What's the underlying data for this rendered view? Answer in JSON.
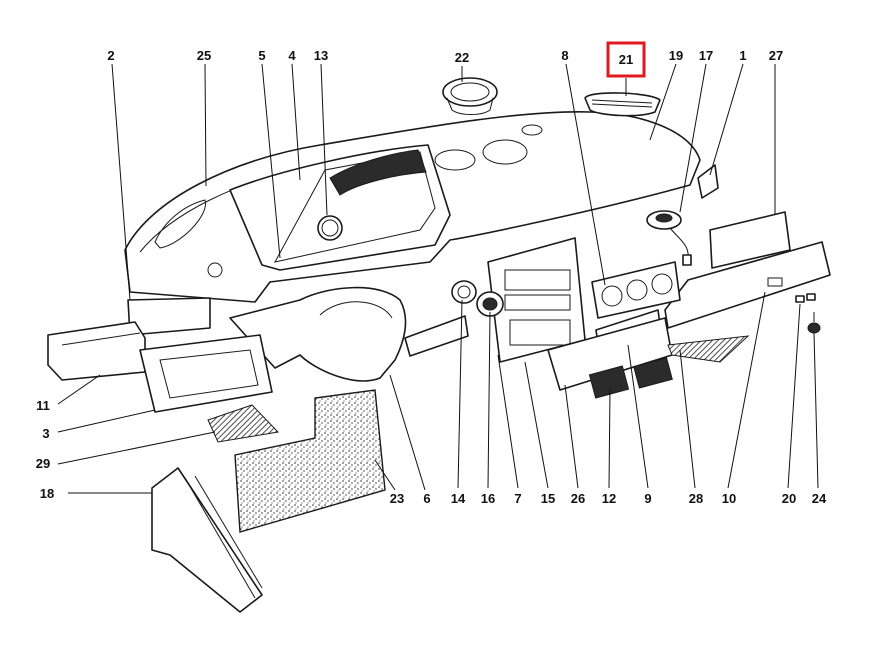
{
  "callouts": [
    {
      "id": "2",
      "text": "2"
    },
    {
      "id": "25",
      "text": "25"
    },
    {
      "id": "5",
      "text": "5"
    },
    {
      "id": "4",
      "text": "4"
    },
    {
      "id": "13",
      "text": "13"
    },
    {
      "id": "22",
      "text": "22"
    },
    {
      "id": "8",
      "text": "8"
    },
    {
      "id": "21",
      "text": "21",
      "highlighted": true
    },
    {
      "id": "19",
      "text": "19"
    },
    {
      "id": "17",
      "text": "17"
    },
    {
      "id": "1",
      "text": "1"
    },
    {
      "id": "27",
      "text": "27"
    },
    {
      "id": "11",
      "text": "11"
    },
    {
      "id": "3",
      "text": "3"
    },
    {
      "id": "29",
      "text": "29"
    },
    {
      "id": "18",
      "text": "18"
    },
    {
      "id": "23",
      "text": "23"
    },
    {
      "id": "6",
      "text": "6"
    },
    {
      "id": "14",
      "text": "14"
    },
    {
      "id": "16",
      "text": "16"
    },
    {
      "id": "7",
      "text": "7"
    },
    {
      "id": "15",
      "text": "15"
    },
    {
      "id": "26",
      "text": "26"
    },
    {
      "id": "12",
      "text": "12"
    },
    {
      "id": "9",
      "text": "9"
    },
    {
      "id": "28",
      "text": "28"
    },
    {
      "id": "10",
      "text": "10"
    },
    {
      "id": "20",
      "text": "20"
    },
    {
      "id": "24",
      "text": "24"
    }
  ],
  "colors": {
    "line": "#1a1a1a",
    "highlight": "#e0191f",
    "background": "#ffffff"
  }
}
